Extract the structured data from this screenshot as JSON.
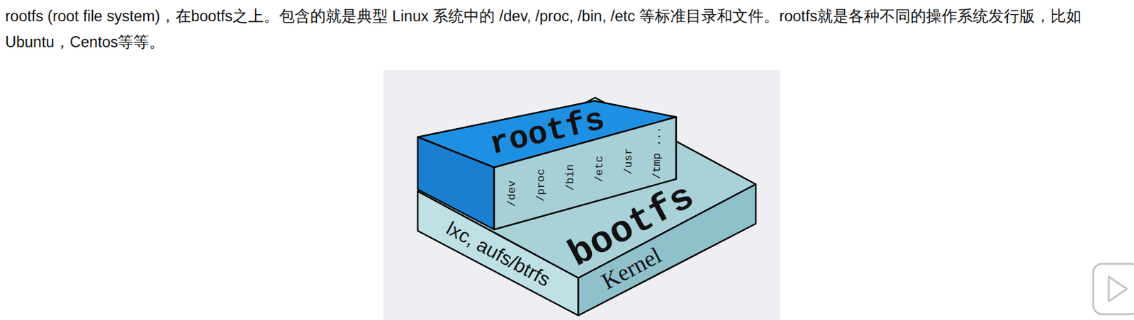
{
  "diagram": {
    "nodes": [
      {
        "text": [
          "rootfs",
          "/dev",
          "/proc",
          "/bin",
          "/etc",
          "/usr",
          "/tmp ..."
        ]
      },
      {
        "text": [
          "lxc, aufs/btrfs",
          "bootfs",
          "Kernel"
        ]
      }
    ],
    "labels": [
      "rootfs (root file system)，在bootfs之上。包含的就是典型 Linux 系统中的 /dev, /proc, /bin, /etc 等标准目录和文件。rootfs就是各种不同的操作系统发行版，比如Ubuntu，Centos等等。"
    ]
  }
}
